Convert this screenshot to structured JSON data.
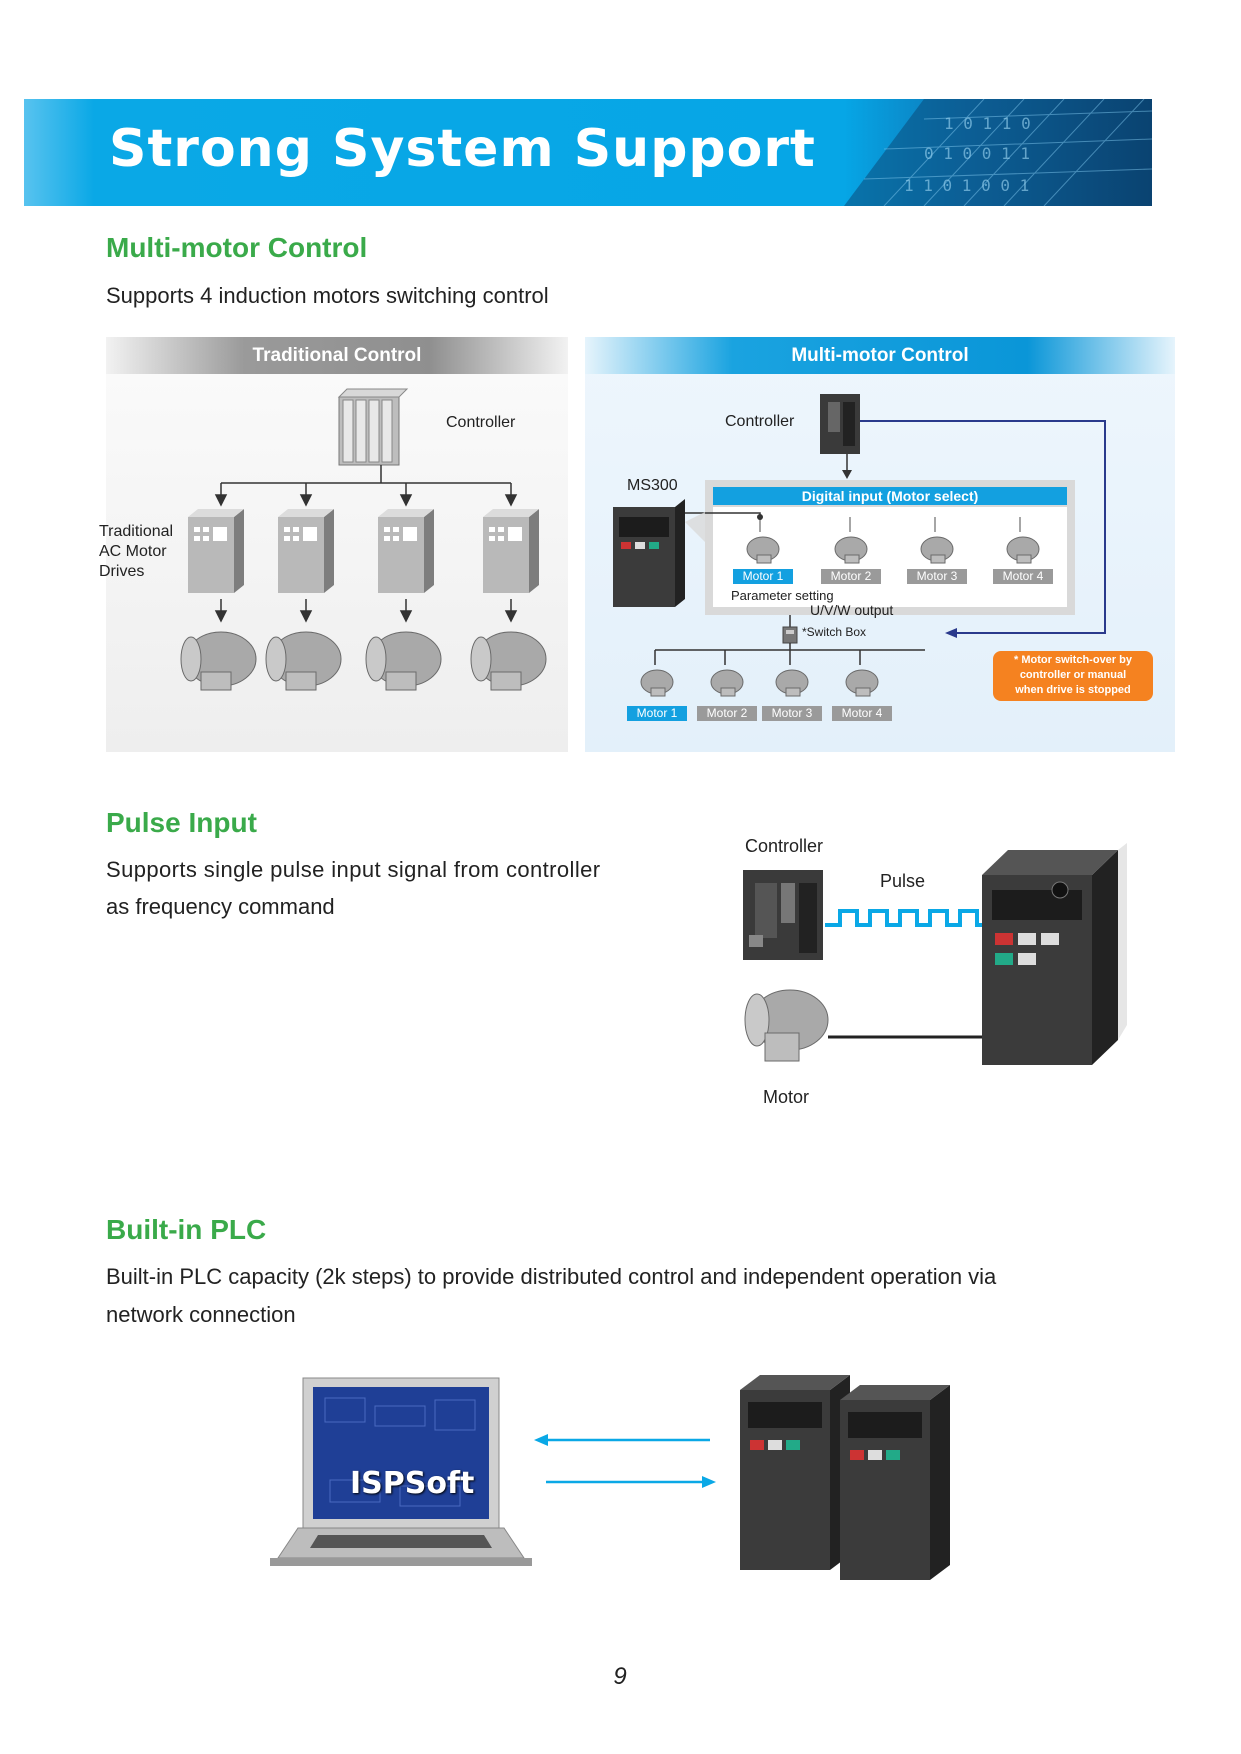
{
  "banner": {
    "title": "Strong System Support"
  },
  "multi_motor": {
    "heading": "Multi-motor Control",
    "description": "Supports 4 induction motors switching control",
    "traditional": {
      "title": "Traditional Control",
      "controller_label": "Controller",
      "drives_label_1": "Traditional",
      "drives_label_2": "AC Motor",
      "drives_label_3": "Drives"
    },
    "multi": {
      "title": "Multi-motor Control",
      "controller_label": "Controller",
      "drive_label": "MS300",
      "digital_input_label": "Digital input (Motor select)",
      "inner_motors": [
        "Motor 1",
        "Motor 2",
        "Motor 3",
        "Motor 4"
      ],
      "parameter_setting": "Parameter setting",
      "uvw_output": "U/V/W output",
      "switch_box": "*Switch Box",
      "outer_motors": [
        "Motor 1",
        "Motor 2",
        "Motor 3",
        "Motor 4"
      ],
      "note_line1": "* Motor switch-over by",
      "note_line2": "controller or manual",
      "note_line3": "when drive is stopped"
    }
  },
  "pulse_input": {
    "heading": "Pulse Input",
    "description_line1": "Supports single pulse input signal from controller",
    "description_line2": "as frequency command",
    "controller_label": "Controller",
    "pulse_label": "Pulse",
    "motor_label": "Motor"
  },
  "builtin_plc": {
    "heading": "Built-in PLC",
    "description_line1": "Built-in PLC capacity (2k steps) to provide distributed control and independent operation via",
    "description_line2": "network connection",
    "software_name": "ISPSoft"
  },
  "page_number": "9",
  "colors": {
    "accent_blue": "#0aa8e6",
    "heading_green": "#3aaa4a",
    "note_orange": "#f58220",
    "line_navy": "#2a3a8c"
  }
}
